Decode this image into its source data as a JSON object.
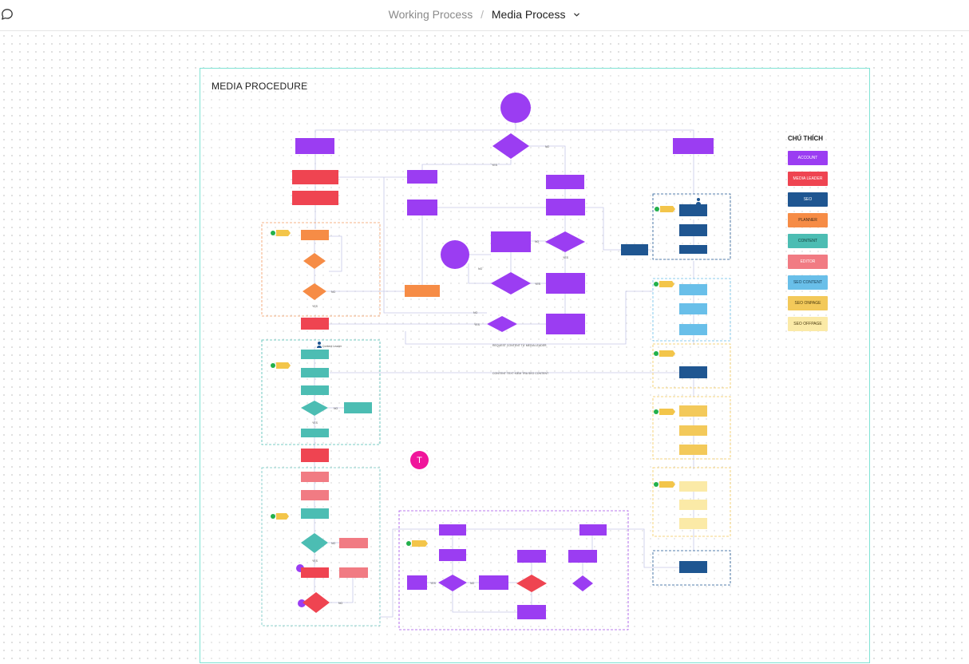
{
  "topbar": {
    "chat_icon": "speech-bubble-icon",
    "breadcrumb_parent": "Working Process",
    "breadcrumb_separator": "/",
    "breadcrumb_current": "Media Process",
    "dropdown_icon": "chevron-down-icon"
  },
  "board": {
    "frame_title": "MEDIA PROCEDURE",
    "collaborator_initial": "T",
    "edge_labels": {
      "request_content": "REQUEST CONTENT TỪ MEDIA LEADER",
      "content_seo": "CONTENT TEXT KIỂM TRA SEO CONTENT",
      "yes": "YES",
      "no": "NO",
      "content_leader": "Content Leader"
    }
  },
  "legend": {
    "title": "CHÚ THÍCH",
    "items": [
      {
        "label": "ACCOUNT",
        "color": "#9b3df2",
        "text_color": "#ffffff"
      },
      {
        "label": "MEDIA LEADER",
        "color": "#ef4451",
        "text_color": "#ffffff"
      },
      {
        "label": "SEO",
        "color": "#1f5691",
        "text_color": "#ffffff"
      },
      {
        "label": "PLANNER",
        "color": "#f68c46",
        "text_color": "#3a2a1a"
      },
      {
        "label": "CONTENT",
        "color": "#4cbdb3",
        "text_color": "#0f3531"
      },
      {
        "label": "EDITOR",
        "color": "#f17b83",
        "text_color": "#ffffff"
      },
      {
        "label": "SEO CONTENT",
        "color": "#69bfe9",
        "text_color": "#16394d"
      },
      {
        "label": "SEO ONPAGE",
        "color": "#f3c95a",
        "text_color": "#4a3a10"
      },
      {
        "label": "SEO OFFPAGE",
        "color": "#fbeaa7",
        "text_color": "#4a3a10"
      }
    ]
  }
}
